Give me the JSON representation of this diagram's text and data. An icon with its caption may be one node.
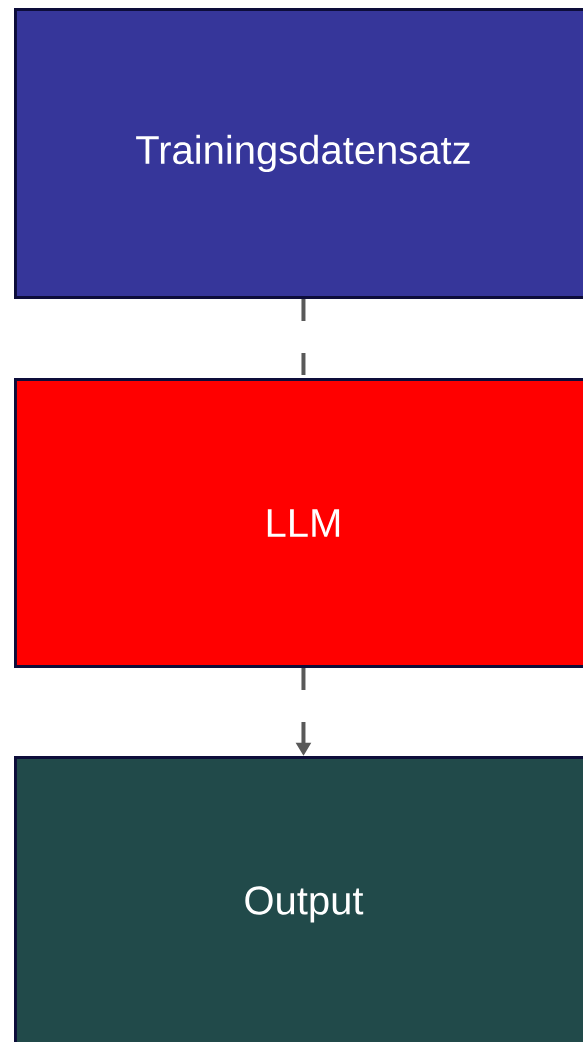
{
  "diagram": {
    "nodes": [
      {
        "text": [
          "Trainingsdatensatz"
        ]
      },
      {
        "text": [
          "LLM"
        ]
      },
      {
        "text": [
          "Output"
        ]
      }
    ],
    "edges": [
      {
        "from": 0,
        "to": 1,
        "arrow": "none",
        "style": "dashed"
      },
      {
        "from": 1,
        "to": 2,
        "arrow": "to",
        "style": "dashed"
      }
    ]
  }
}
